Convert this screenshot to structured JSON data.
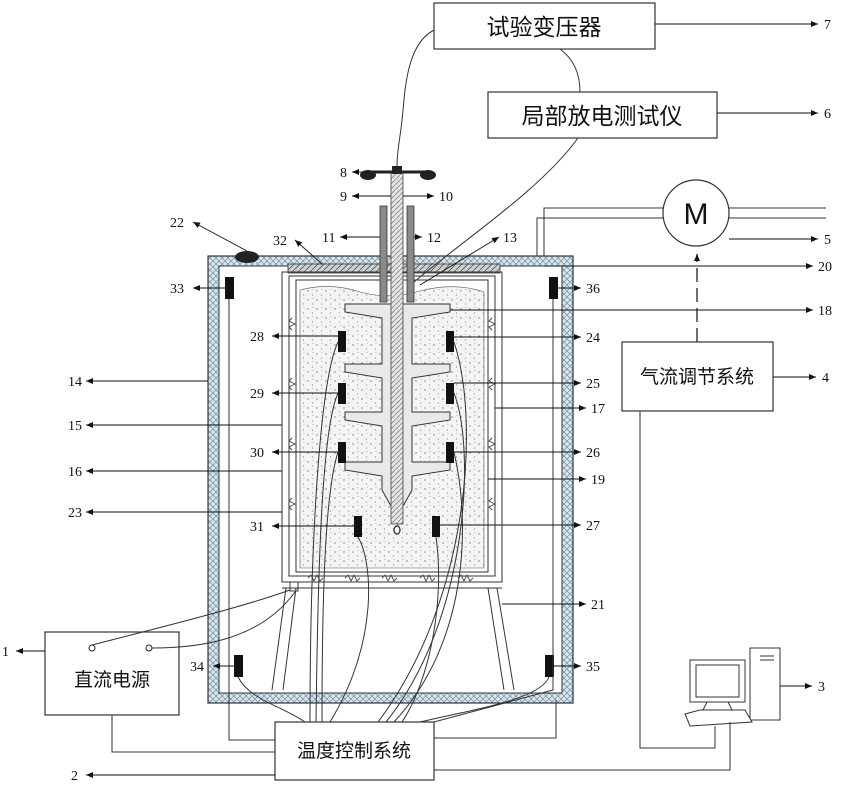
{
  "boxes": {
    "test_transformer": "试验变压器",
    "pd_tester": "局部放电测试仪",
    "airflow_control": "气流调节系统",
    "dc_supply": "直流电源",
    "temp_control": "温度控制系统"
  },
  "motor_label": "M",
  "numbers": [
    "1",
    "2",
    "3",
    "4",
    "5",
    "6",
    "7",
    "8",
    "9",
    "10",
    "11",
    "12",
    "13",
    "14",
    "15",
    "16",
    "17",
    "18",
    "19",
    "20",
    "21",
    "22",
    "23",
    "24",
    "25",
    "26",
    "27",
    "28",
    "29",
    "30",
    "31",
    "32",
    "33",
    "34",
    "35",
    "36"
  ]
}
